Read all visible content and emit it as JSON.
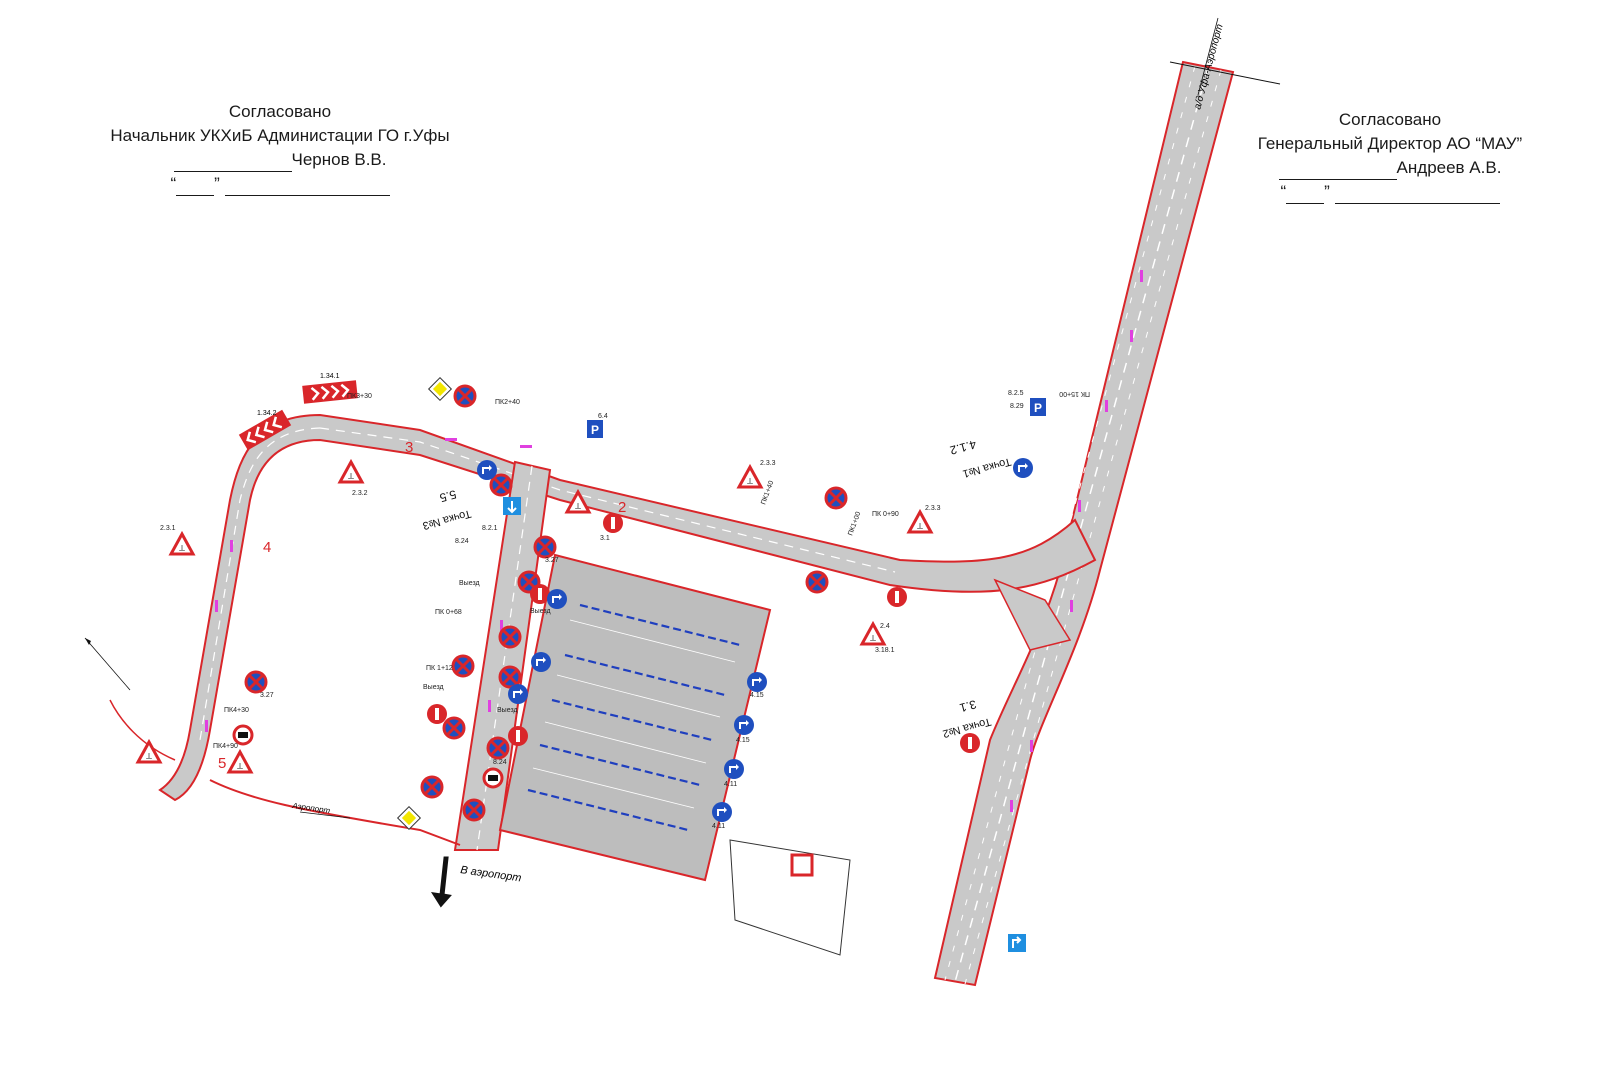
{
  "approval_left": {
    "heading": "Согласовано",
    "position": "Начальник УКХиБ  Администации ГО г.Уфы",
    "signatory": "Чернов В.В.",
    "date_open_quote": "“",
    "date_close_quote": "”"
  },
  "approval_right": {
    "heading": "Согласовано",
    "position": "Генеральный Директор АО “МАУ”",
    "signatory": "Андреев А.В.",
    "date_open_quote": "“",
    "date_close_quote": "”"
  },
  "points": {
    "point1": {
      "title": "Точка №1",
      "sign": "4.1.2"
    },
    "point2": {
      "title": "Точка №2",
      "sign": "3.1"
    },
    "point3": {
      "title": "Точка №3",
      "sign": "5.5"
    }
  },
  "direction_labels": {
    "to_airport": "В аэропорт",
    "airport": "Аэропорт",
    "ufa_road": "а/д Уфа-Аэропорт"
  },
  "section_numbers": [
    "2",
    "3",
    "4",
    "5"
  ],
  "stations": {
    "pk3_30": "ПК3+30",
    "pk2_40": "ПК2+40",
    "pk1_40": "ПК1+40",
    "pk1_00": "ПК1+00",
    "pk0_50": "ПК 0+90",
    "pk0_68": "ПК 0+68",
    "pk1_12": "ПК 1+12",
    "pk4_30": "ПК4+30",
    "pk4_90": "ПК4+90",
    "pk15_00": "ПК 15+00"
  },
  "sign_codes": {
    "s327": "3.27",
    "s415": "4.15",
    "s411": "4.11",
    "s233": "2.3.3",
    "s232": "2.3.2",
    "s231": "2.3.1",
    "s64": "6.4",
    "s824": "8.24",
    "s821": "8.2.1",
    "s829": "8.29",
    "s825": "8.2.5",
    "s1341": "1.34.1",
    "s1342": "1.34.2",
    "s31": "3.1",
    "s24": "2.4",
    "s5181": "3.18.1",
    "exit": "Выезд"
  },
  "colors": {
    "road_gray": "#c9c9c9",
    "road_edge": "#d9262a",
    "prohibit_red": "#d9262a",
    "mandatory_blue": "#1f4fbf",
    "marking_magenta": "#e040e0",
    "parking_lines": "#1f3fbf"
  }
}
